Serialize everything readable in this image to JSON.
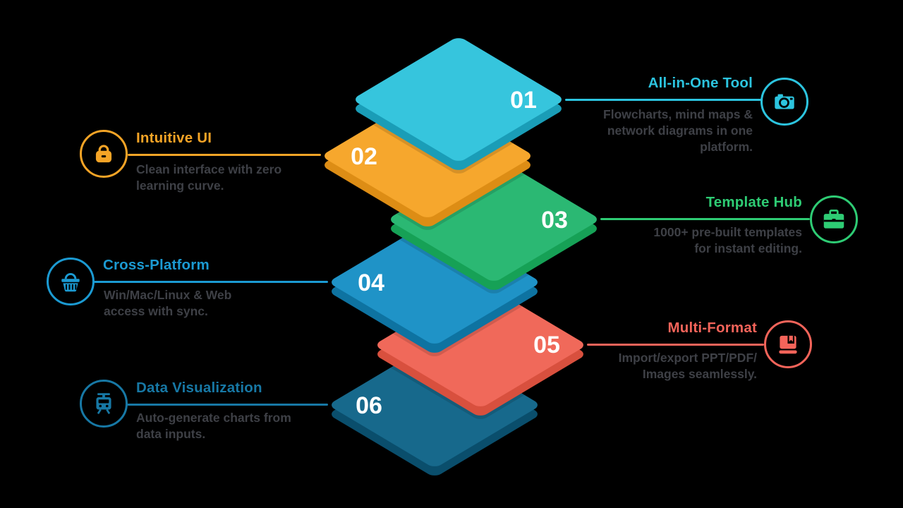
{
  "background": "#000000",
  "text_color": "#3e4046",
  "number_color": "#ffffff",
  "items": [
    {
      "num": "01",
      "title": "All-in-One Tool",
      "desc_lines": [
        "Flowcharts, mind maps &",
        "network diagrams in one",
        "platform."
      ],
      "side": "right",
      "icon": "camera-icon",
      "accent": "#2cc4df",
      "layer_top": "#36c5dd",
      "layer_side": "#1a9db7"
    },
    {
      "num": "02",
      "title": "Intuitive UI",
      "desc_lines": [
        "Clean interface with zero",
        "learning curve."
      ],
      "side": "left",
      "icon": "handbag-icon",
      "accent": "#f5a426",
      "layer_top": "#f6a72d",
      "layer_side": "#dd8d15"
    },
    {
      "num": "03",
      "title": "Template Hub",
      "desc_lines": [
        "1000+ pre-built templates",
        "for instant editing."
      ],
      "side": "right",
      "icon": "briefcase-icon",
      "accent": "#2ecc74",
      "layer_top": "#2bb873",
      "layer_side": "#16a156"
    },
    {
      "num": "04",
      "title": "Cross-Platform",
      "desc_lines": [
        "Win/Mac/Linux & Web",
        "access with sync."
      ],
      "side": "left",
      "icon": "basket-icon",
      "accent": "#1b9ad2",
      "layer_top": "#1f93c7",
      "layer_side": "#0e73a1"
    },
    {
      "num": "05",
      "title": "Multi-Format",
      "desc_lines": [
        "Import/export PPT/PDF/",
        "Images seamlessly."
      ],
      "side": "right",
      "icon": "book-icon",
      "accent": "#f4645a",
      "layer_top": "#f0695a",
      "layer_side": "#d8503e"
    },
    {
      "num": "06",
      "title": "Data Visualization",
      "desc_lines": [
        "Auto-generate charts from",
        "data inputs."
      ],
      "side": "left",
      "icon": "train-icon",
      "accent": "#1778a5",
      "layer_top": "#17698c",
      "layer_side": "#0a4e6c"
    }
  ]
}
